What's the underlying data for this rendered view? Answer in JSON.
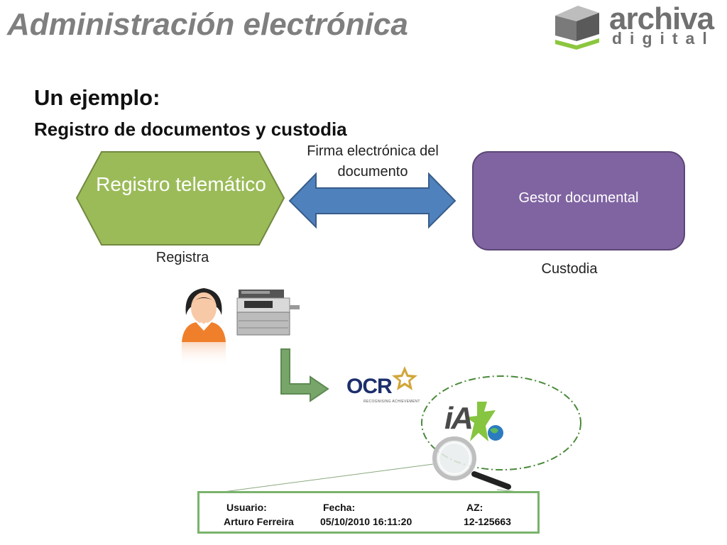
{
  "header": {
    "title": "Administración electrónica"
  },
  "logo": {
    "word": "archiva",
    "sub": "digital"
  },
  "section": {
    "title": "Un ejemplo:",
    "subtitle": "Registro de documentos y custodia"
  },
  "diagram": {
    "registro_label": "Registro telemático",
    "gestor_label": "Gestor documental",
    "arrow_label": "Firma electrónica del documento",
    "registra_label": "Registra",
    "custodia_label": "Custodia"
  },
  "ocr": {
    "text": "OCR",
    "tagline": "RECOGNISING ACHIEVEMENT"
  },
  "ia": {
    "text": "iA"
  },
  "info_box": {
    "usuario_label": "Usuario:",
    "usuario_value": "Arturo Ferreira",
    "fecha_label": "Fecha:",
    "fecha_value": "05/10/2010 16:11:20",
    "az_label": "AZ:",
    "az_value": "12-125663"
  },
  "colors": {
    "hexagon": "#9bbb59",
    "gestor": "#8064a2",
    "arrow": "#4f81bd",
    "green_arrow": "#77a56a",
    "box_border": "#79b36b"
  },
  "icons": [
    "person-icon",
    "printer-icon",
    "magnifier-icon",
    "globe-icon"
  ]
}
